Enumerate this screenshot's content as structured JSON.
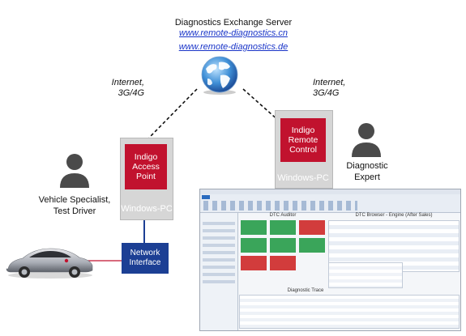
{
  "server": {
    "title": "Diagnostics Exchange Server",
    "url_cn": "www.remote-diagnostics.cn",
    "url_de": "www.remote-diagnostics.de"
  },
  "links": {
    "left_label_line1": "Internet,",
    "left_label_line2": "3G/4G",
    "right_label_line1": "Internet,",
    "right_label_line2": "3G/4G"
  },
  "access_point": {
    "name_line1": "Indigo",
    "name_line2": "Access",
    "name_line3": "Point",
    "platform": "Windows-PC"
  },
  "remote_control": {
    "name_line1": "Indigo",
    "name_line2": "Remote",
    "name_line3": "Control",
    "platform": "Windows-PC"
  },
  "vehicle_specialist": {
    "line1": "Vehicle Specialist,",
    "line2": "Test Driver"
  },
  "diagnostic_expert": {
    "line1": "Diagnostic",
    "line2": "Expert"
  },
  "network_interface": {
    "line1": "Network",
    "line2": "Interface"
  },
  "app_screenshot": {
    "dtc_auditor_title": "DTC Auditor",
    "dtc_browser_title": "DTC Browser - Engine (After Sales)",
    "diagnostic_trace_title": "Diagnostic Trace"
  },
  "colors": {
    "indigo_red": "#c1122e",
    "network_blue": "#1c3f94",
    "url_blue": "#1a35c8",
    "pc_gray": "#d6d6d6",
    "tile_green": "#3aa55a"
  }
}
